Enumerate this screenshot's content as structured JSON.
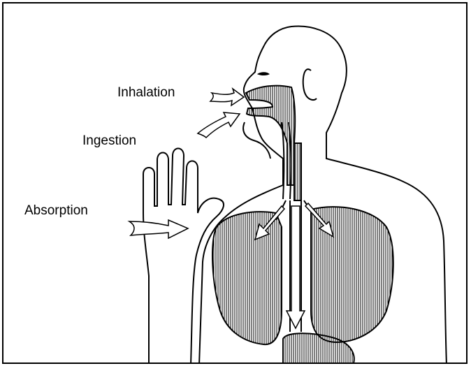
{
  "diagram": {
    "labels": {
      "inhalation": "Inhalation",
      "ingestion": "Ingestion",
      "absorption": "Absorption"
    },
    "colors": {
      "line": "#000000",
      "background": "#ffffff"
    }
  }
}
